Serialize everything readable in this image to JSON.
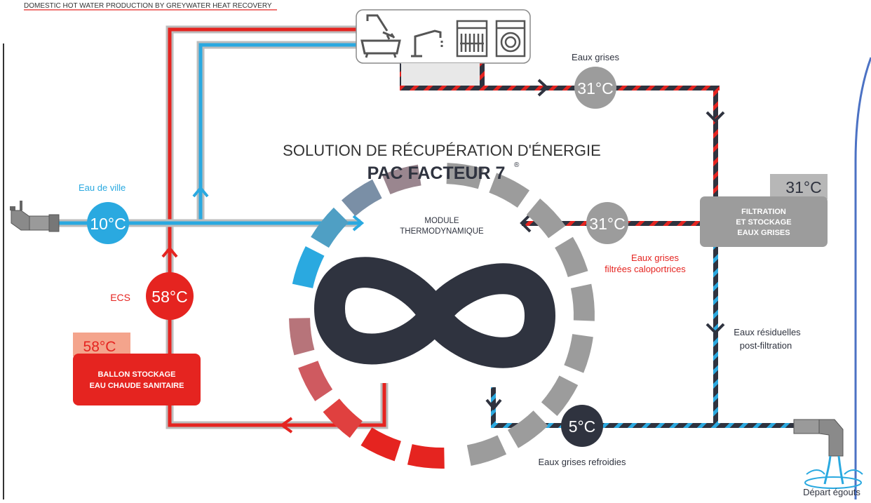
{
  "header": {
    "subtitle": "DOMESTIC HOT WATER PRODUCTION BY GREYWATER HEAT RECOVERY"
  },
  "title": {
    "line1": "SOLUTION DE RÉCUPÉRATION D'ÉNERGIE",
    "line2": "PAC FACTEUR 7",
    "reg": "®"
  },
  "module": {
    "line1": "MODULE",
    "line2": "THERMODYNAMIQUE"
  },
  "city_water": {
    "label": "Eau de ville",
    "temp": "10°C"
  },
  "greywater": {
    "label": "Eaux grises",
    "temp": "31°C"
  },
  "filtration": {
    "temp": "31°C",
    "line1": "FILTRATION",
    "line2": "ET STOCKAGE",
    "line3": "EAUX GRISES"
  },
  "filtered": {
    "temp": "31°C",
    "line1": "Eaux grises",
    "line2": "filtrées caloportrices"
  },
  "residual": {
    "line1": "Eaux résiduelles",
    "line2": "post-filtration"
  },
  "ecs": {
    "label": "ECS",
    "temp": "58°C"
  },
  "tank": {
    "temp": "58°C",
    "line1": "BALLON STOCKAGE",
    "line2": "EAU CHAUDE SANITAIRE"
  },
  "cooled": {
    "temp": "5°C",
    "label": "Eaux grises refroidies"
  },
  "sewer": {
    "label": "Départ égouts"
  },
  "appliances": [
    "bathtub-shower-icon",
    "faucet-icon",
    "dishwasher-icon",
    "washing-machine-icon"
  ],
  "colors": {
    "red": "#e52420",
    "blue": "#2aa9e0",
    "dark": "#2f333f",
    "grey": "#9c9c9c",
    "tank_temp_bg": "#f4a48c",
    "accent_line": "#4c72c4"
  }
}
